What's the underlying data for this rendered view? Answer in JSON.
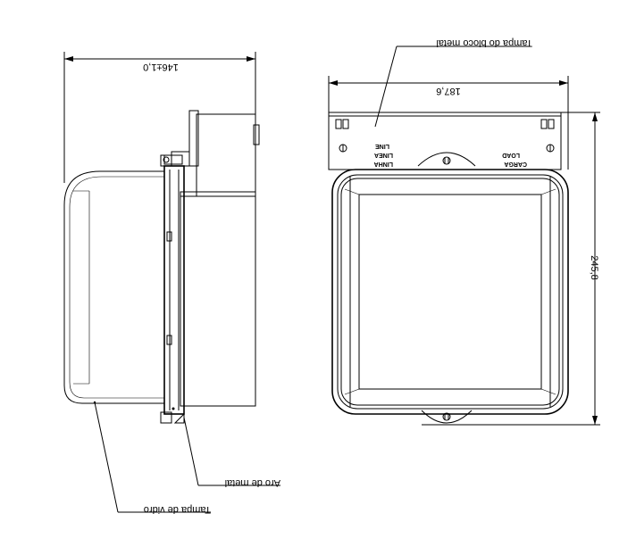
{
  "side_view": {
    "width_dimension": "146±1,0",
    "label_glass_cover": "Tampa de vidro",
    "label_metal_ring": "Aro de metal"
  },
  "front_view": {
    "width_dimension": "187,6",
    "height_dimension": "245,8",
    "label_metal_block_cover": "Tampa do bloco metal",
    "terminal_left": [
      "LINHA",
      "LINEA",
      "LINE"
    ],
    "terminal_right": [
      "CARGA",
      "LOAD"
    ]
  }
}
